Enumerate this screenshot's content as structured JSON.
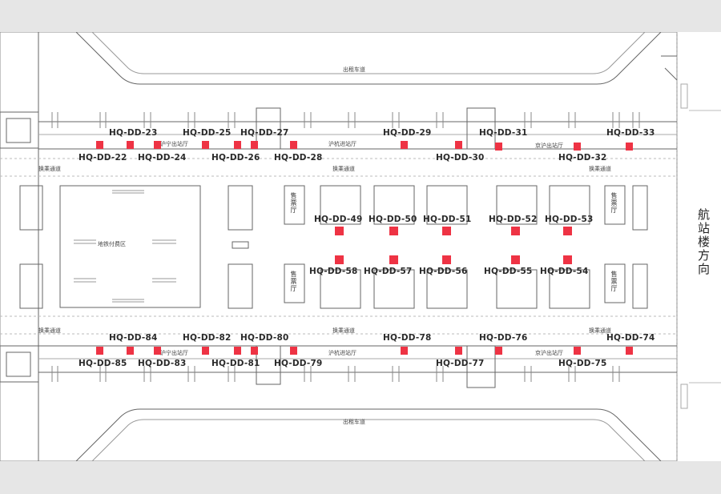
{
  "labels": {
    "road_top": "出租车道",
    "road_bottom": "出租车道",
    "corridor_top_left": "换乘通道",
    "corridor_top_center": "换乘通道",
    "corridor_top_right": "换乘通道",
    "corridor_bot_left": "换乘通道",
    "corridor_bot_center": "换乘通道",
    "corridor_bot_right": "换乘通道",
    "hall_top_1": "沪宁出站厅",
    "hall_top_2": "沪杭进站厅",
    "hall_top_3": "京沪出站厅",
    "hall_bot_1": "沪宁出站厅",
    "hall_bot_2": "沪杭进站厅",
    "hall_bot_3": "京沪出站厅",
    "metro_area": "地铁付费区",
    "ticket_1": "售票厅",
    "ticket_2": "售票厅",
    "ticket_3": "售票厅",
    "ticket_4": "售票厅",
    "direction": "航站楼方向"
  },
  "codes_top": [
    "HQ-DD-23",
    "HQ-DD-25",
    "HQ-DD-27",
    "HQ-DD-29",
    "HQ-DD-31",
    "HQ-DD-33",
    "HQ-DD-22",
    "HQ-DD-24",
    "HQ-DD-26",
    "HQ-DD-28",
    "HQ-DD-30",
    "HQ-DD-32"
  ],
  "codes_mid": [
    "HQ-DD-49",
    "HQ-DD-50",
    "HQ-DD-51",
    "HQ-DD-52",
    "HQ-DD-53",
    "HQ-DD-58",
    "HQ-DD-57",
    "HQ-DD-56",
    "HQ-DD-55",
    "HQ-DD-54"
  ],
  "codes_bottom": [
    "HQ-DD-84",
    "HQ-DD-82",
    "HQ-DD-80",
    "HQ-DD-78",
    "HQ-DD-76",
    "HQ-DD-74",
    "HQ-DD-85",
    "HQ-DD-83",
    "HQ-DD-81",
    "HQ-DD-79",
    "HQ-DD-77",
    "HQ-DD-75"
  ],
  "colors": {
    "marker": "#ee3344",
    "line": "#555555",
    "background": "#ffffff"
  }
}
